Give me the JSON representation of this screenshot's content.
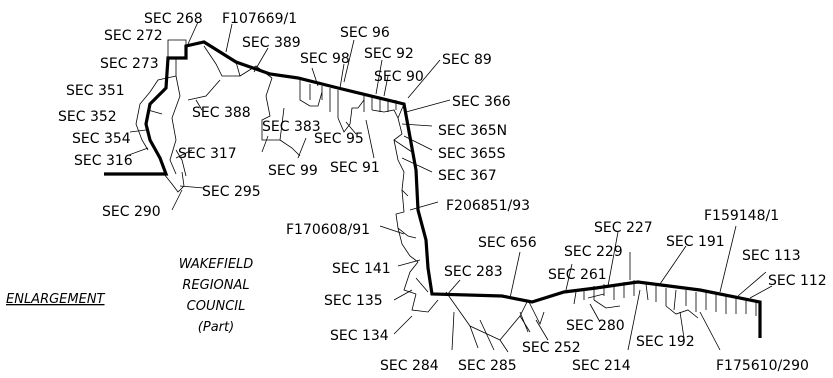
{
  "map": {
    "enlargement_label": "ENLARGEMENT",
    "council": {
      "line1": "WAKEFIELD",
      "line2": "REGIONAL",
      "line3": "COUNCIL",
      "line4": "(Part)"
    },
    "parcels": [
      "SEC 268",
      "F107669/1",
      "SEC 272",
      "SEC 389",
      "SEC 96",
      "SEC 273",
      "SEC 98",
      "SEC 92",
      "SEC 89",
      "SEC 90",
      "SEC 351",
      "SEC 366",
      "SEC 352",
      "SEC 388",
      "SEC 354",
      "SEC 383",
      "SEC 95",
      "SEC 365N",
      "SEC 317",
      "SEC 316",
      "SEC 365S",
      "SEC 99",
      "SEC 91",
      "SEC 367",
      "SEC 295",
      "SEC 290",
      "F206851/93",
      "F170608/91",
      "SEC 656",
      "SEC 227",
      "F159148/1",
      "SEC 229",
      "SEC 191",
      "SEC 141",
      "SEC 113",
      "SEC 283",
      "SEC 261",
      "SEC 112",
      "SEC 135",
      "SEC 280",
      "SEC 134",
      "SEC 192",
      "SEC 252",
      "SEC 284",
      "SEC 285",
      "SEC 214",
      "F175610/290"
    ]
  }
}
